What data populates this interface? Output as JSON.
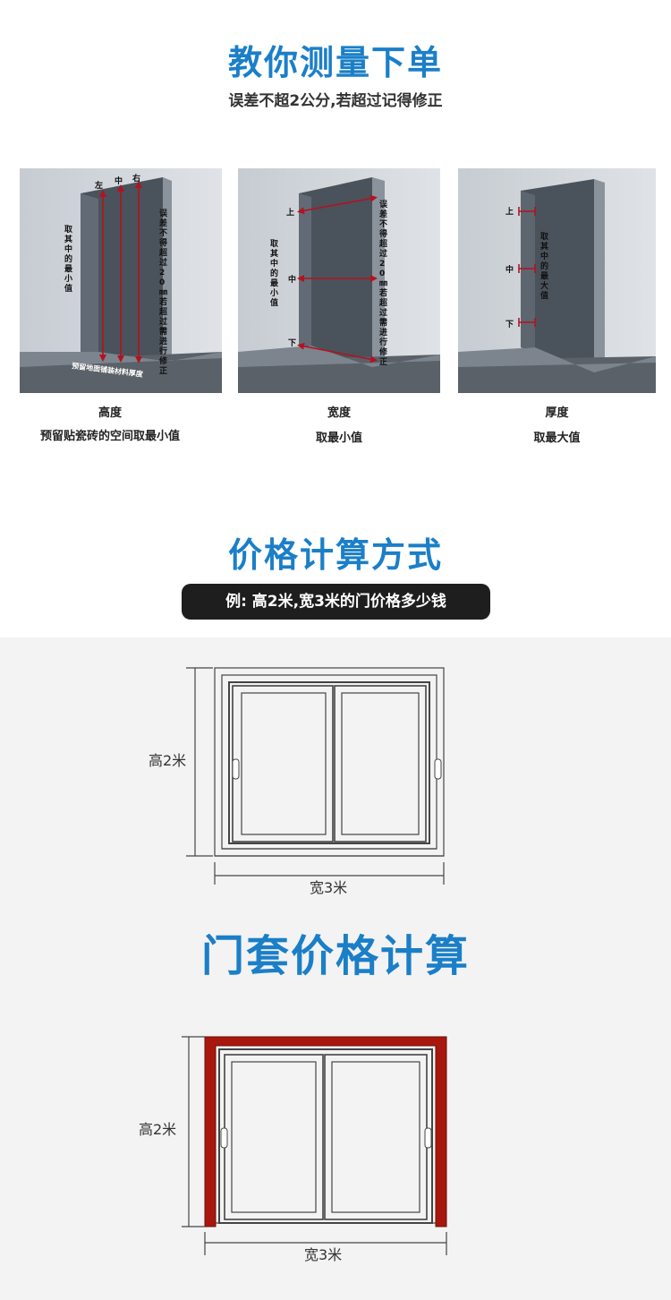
{
  "measure_section": {
    "title": "教你测量下单",
    "subtitle": "误差不超2公分,若超过记得修正",
    "panels": [
      {
        "caption": "高度",
        "desc": "预留贴瓷砖的空间取最小值",
        "labels": {
          "left": "左",
          "middle": "中",
          "right": "右"
        },
        "note_left": "取其中的最小值",
        "note_right": "误差不得超过20㎜若超过需进行修正",
        "floor_note": "预留地面铺装材料厚度"
      },
      {
        "caption": "宽度",
        "desc": "取最小值",
        "labels": {
          "top": "上",
          "middle": "中",
          "bottom": "下"
        },
        "note_left": "取其中的最小值",
        "note_right": "误差不得超过20㎜若超过需进行修正"
      },
      {
        "caption": "厚度",
        "desc": "取最大值",
        "labels": {
          "top": "上",
          "middle": "中",
          "bottom": "下"
        },
        "note_right": "取其中的最大值"
      }
    ]
  },
  "price_section": {
    "title": "价格计算方式",
    "example": "例: 高2米,宽3米的门价格多少钱",
    "diagram1": {
      "height_label": "高2米",
      "width_label": "宽3米"
    }
  },
  "frame_section": {
    "title": "门套价格计算",
    "diagram2": {
      "height_label": "高2米",
      "width_label": "宽3米"
    }
  },
  "colors": {
    "title_blue": "#1b7fc8",
    "measure_red": "#b3121f",
    "frame_red": "#a8170e",
    "pill_bg": "#1e1e1e"
  }
}
